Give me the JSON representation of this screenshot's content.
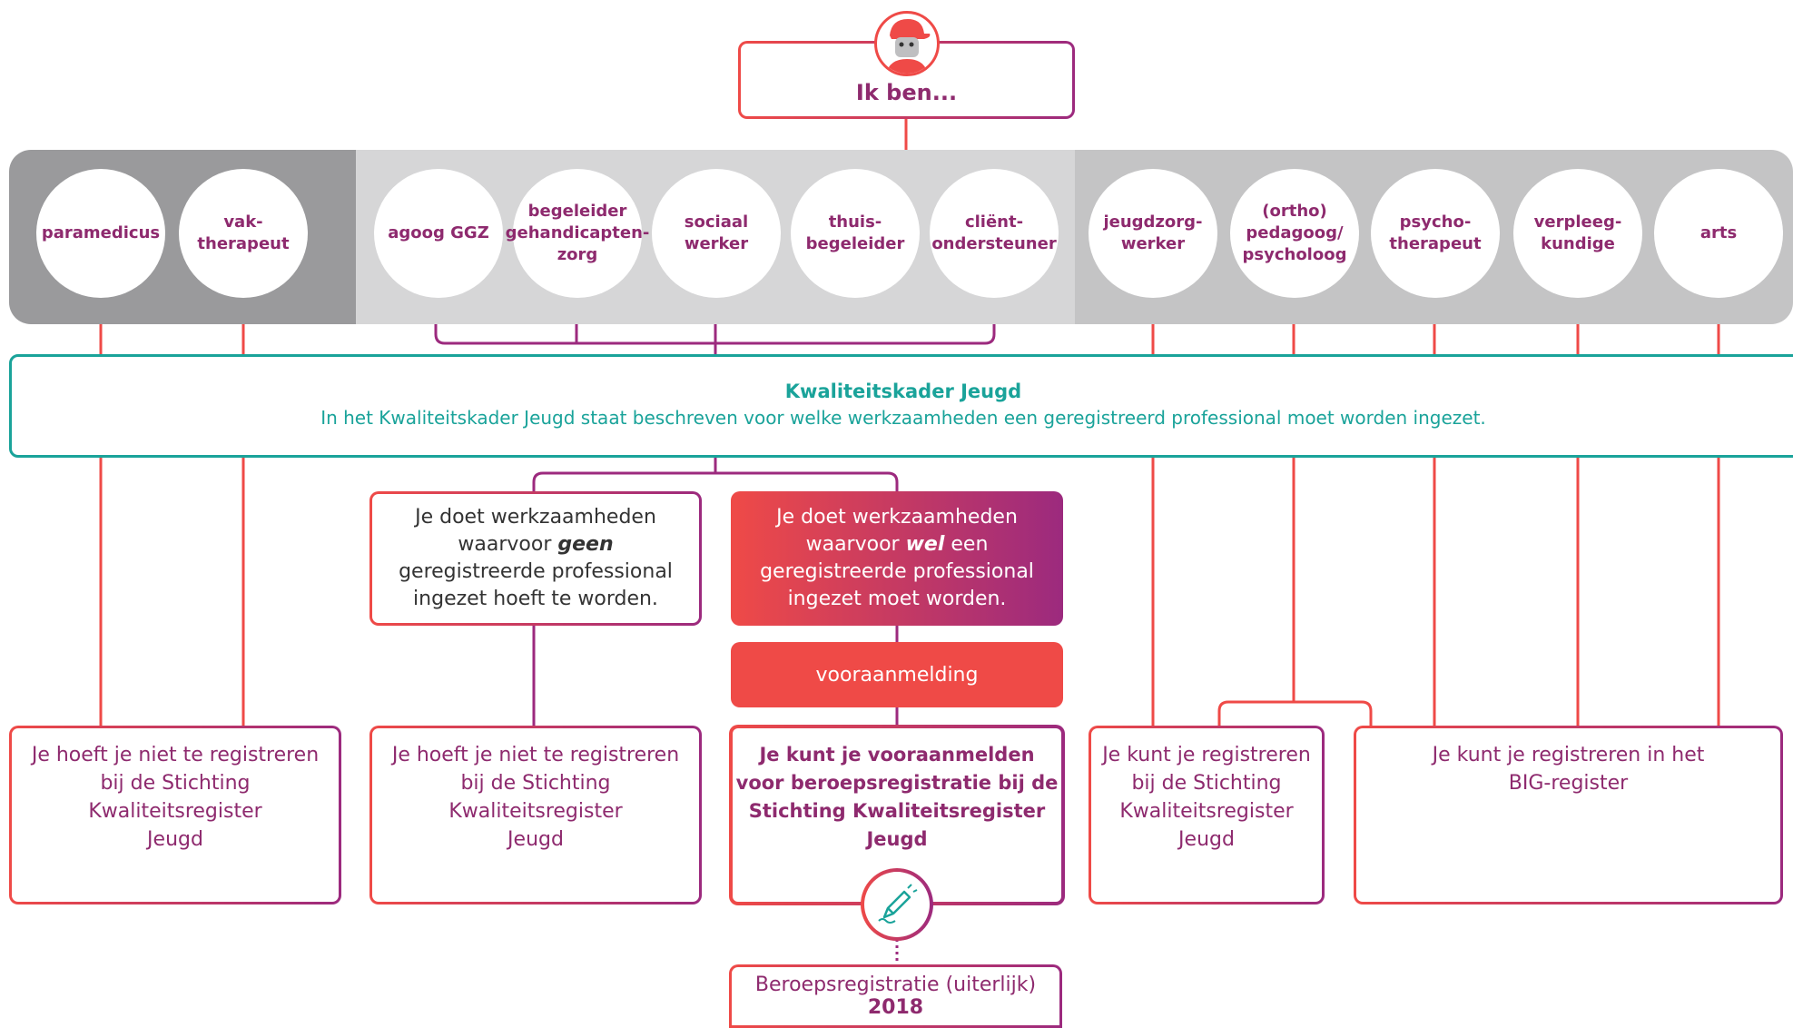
{
  "header": {
    "label": "Ik ben..."
  },
  "professions": [
    {
      "id": "paramedicus",
      "label": "paramedicus"
    },
    {
      "id": "vaktherapeut",
      "label": "vak-\ntherapeut"
    },
    {
      "id": "agoog",
      "label": "agoog GGZ"
    },
    {
      "id": "begeleider",
      "label": "begeleider\ngehandicapten-\nzorg"
    },
    {
      "id": "sociaal",
      "label": "sociaal\nwerker"
    },
    {
      "id": "thuis",
      "label": "thuis-\nbegeleider"
    },
    {
      "id": "client",
      "label": "cliënt-\nondersteuner"
    },
    {
      "id": "jeugdzorg",
      "label": "jeugdzorg-\nwerker"
    },
    {
      "id": "ortho",
      "label": "(ortho)\npedagoog/\npsycholoog"
    },
    {
      "id": "psycho",
      "label": "psycho-\ntherapeut"
    },
    {
      "id": "verpleeg",
      "label": "verpleeg-\nkundige"
    },
    {
      "id": "arts",
      "label": "arts"
    }
  ],
  "framework": {
    "title": "Kwaliteitskader Jeugd",
    "description": "In het Kwaliteitskader Jeugd staat beschreven voor welke werkzaamheden een geregistreerd professional moet worden ingezet."
  },
  "work_no": {
    "before": "Je doet werkzaamheden waarvoor ",
    "emphasis": "geen",
    "after": " geregistreerde professional ingezet hoeft te worden."
  },
  "work_yes": {
    "before": "Je doet werkzaamheden waarvoor ",
    "emphasis": "wel",
    "after": " een geregistreerde professional ingezet moet worden."
  },
  "preregistration_label": "vooraanmelding",
  "outcomes": {
    "no_register_1": "Je hoeft je niet te registreren\nbij de Stichting\nKwaliteitsregister\nJeugd",
    "no_register_2": "Je hoeft je niet te registreren\nbij de Stichting\nKwaliteitsregister\nJeugd",
    "preregister": "Je kunt je vooraanmelden\nvoor beroepsregistratie bij de\nStichting Kwaliteitsregister\nJeugd",
    "skj": "Je kunt je registreren\nbij de Stichting\nKwaliteitsregister\nJeugd",
    "big": "Je kunt je registreren in het\nBIG-register"
  },
  "footer": {
    "text": "Beroepsregistratie (uiterlijk) ",
    "year": "2018"
  },
  "colors": {
    "red": "#ef4a47",
    "purple": "#9c2a7e",
    "teal": "#1aa39a",
    "band_dark": "#9a9a9c",
    "band_light": "#d6d6d7",
    "band_mid": "#c4c4c5"
  },
  "icons": {
    "header": "person-icon",
    "pen": "pen-icon"
  }
}
